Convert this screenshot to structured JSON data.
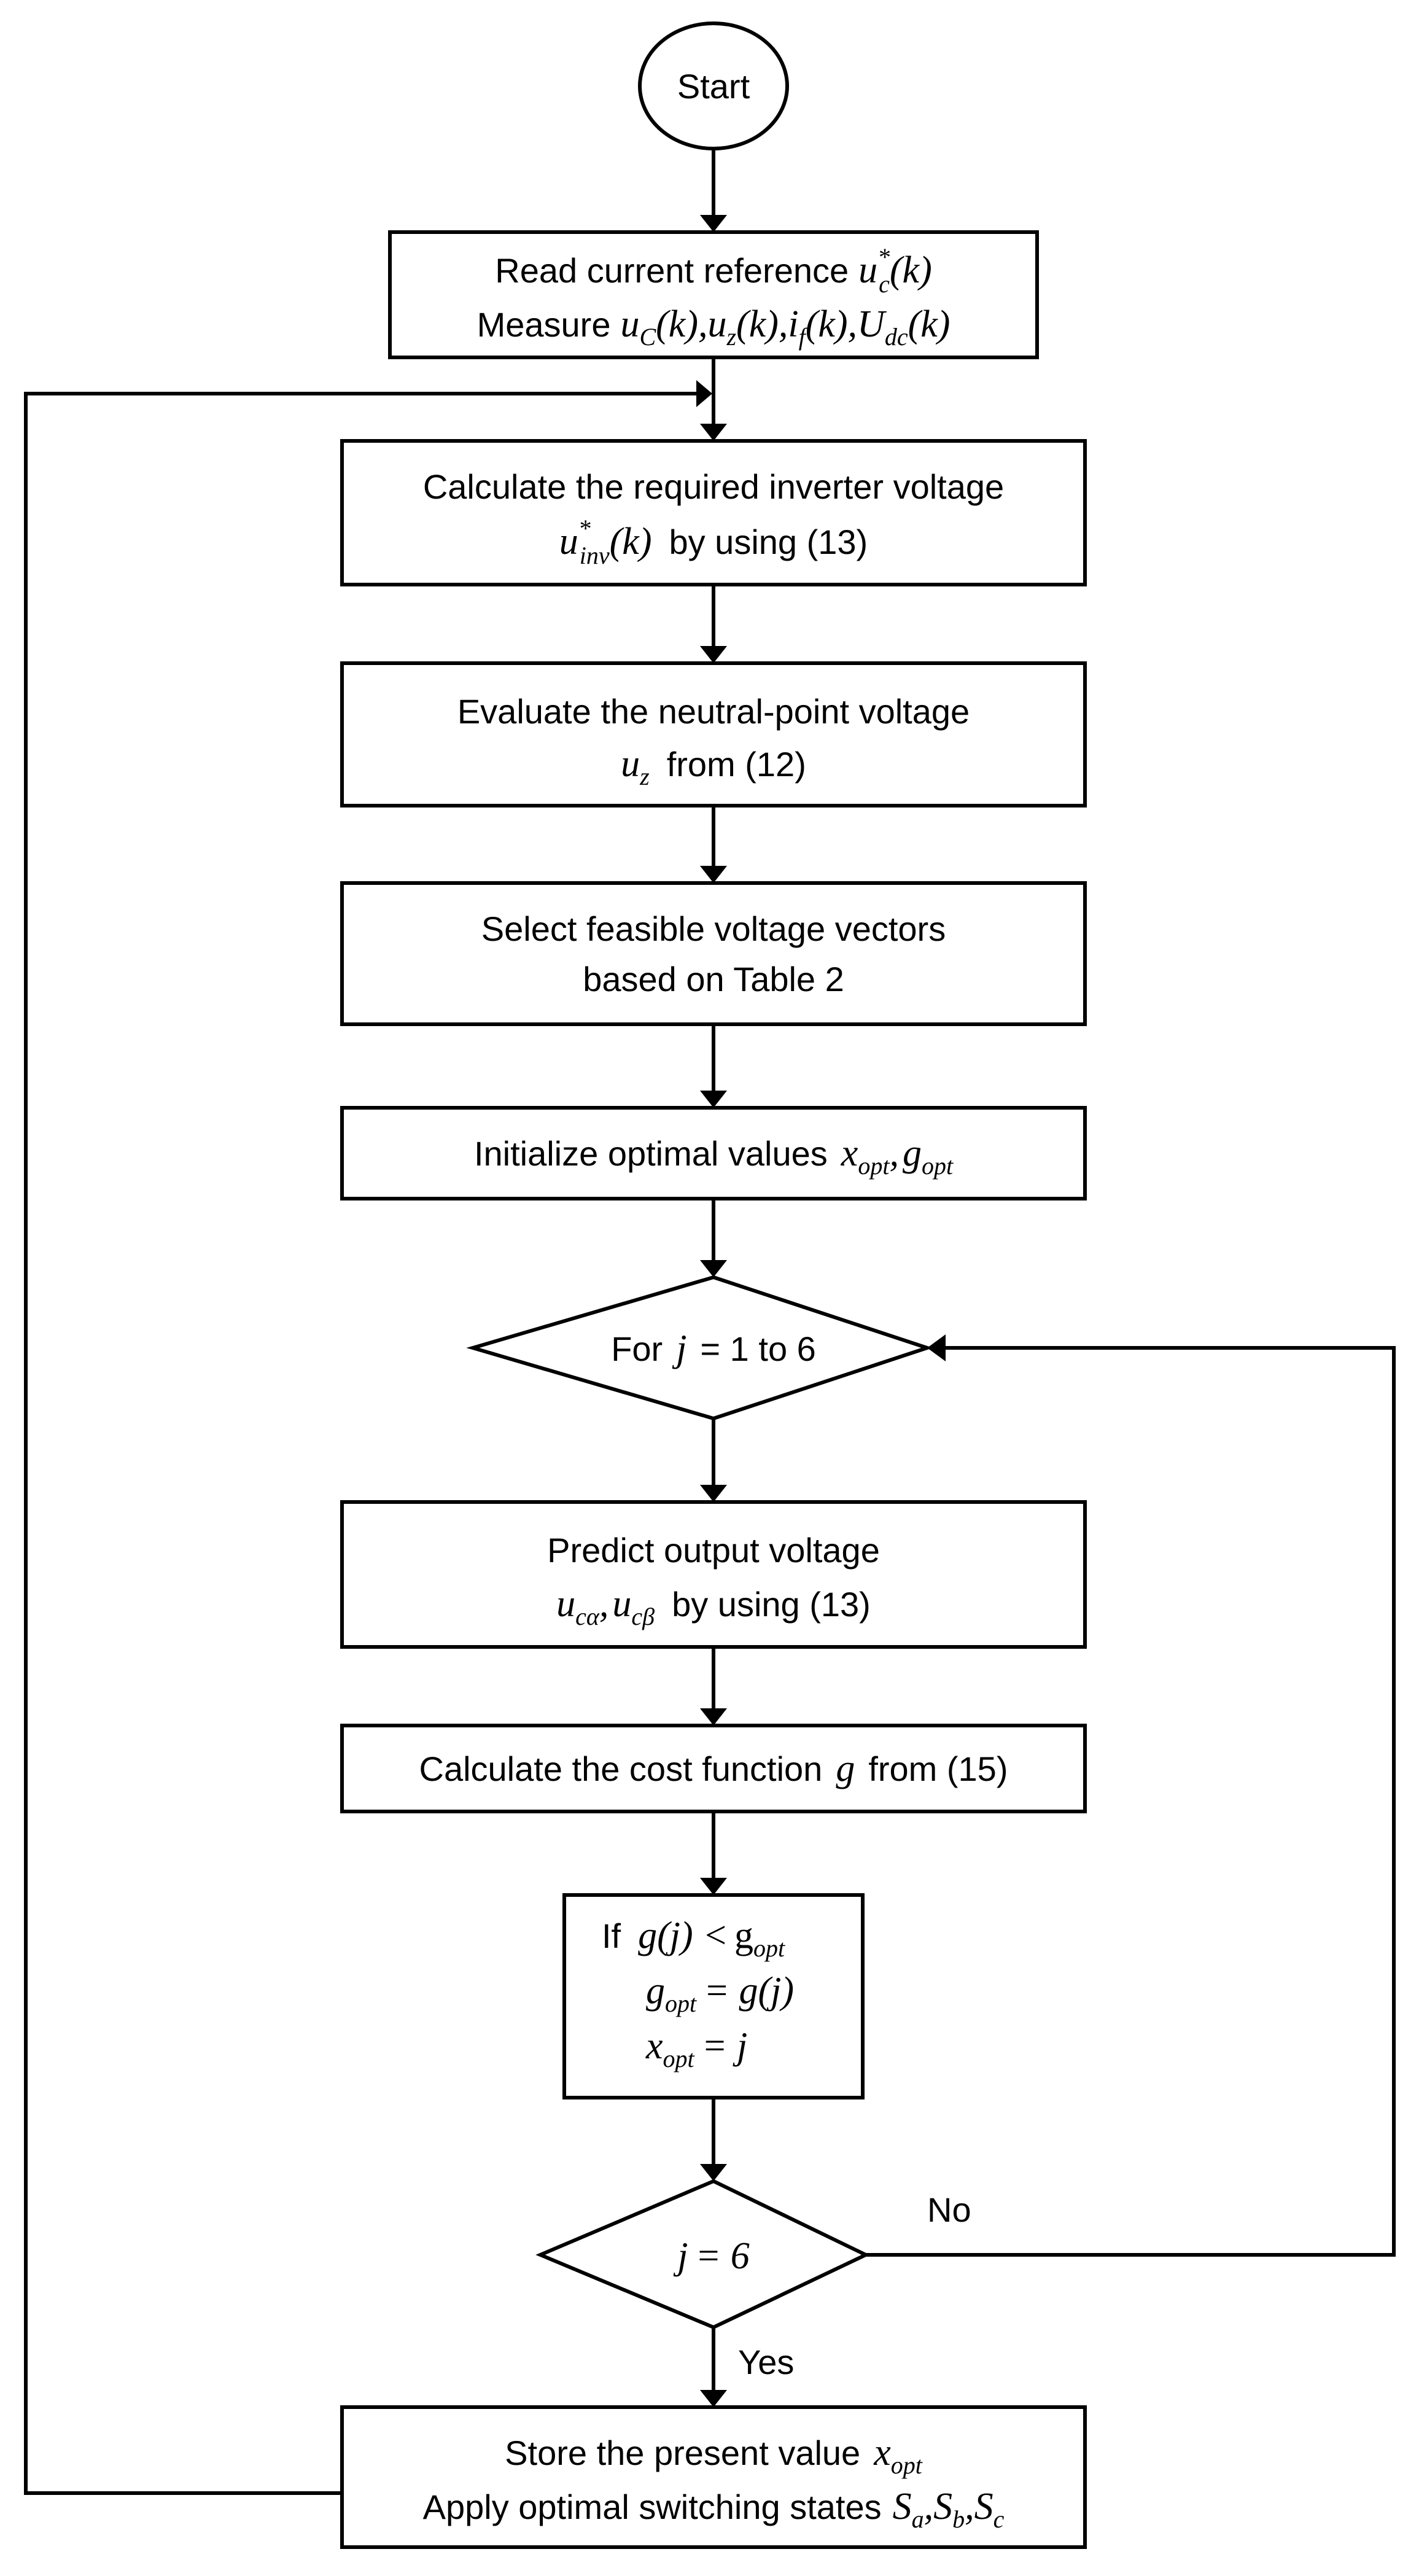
{
  "nodes": {
    "start": {
      "label": "Start"
    },
    "read": {
      "line1": "Read current reference",
      "line1_math": {
        "base": "u",
        "sup": "*",
        "sub": "c",
        "arg": "(k)"
      },
      "line2": "Measure",
      "line2_math": [
        {
          "base": "u",
          "sub": "C",
          "arg": "(k),"
        },
        {
          "base": "u",
          "sub": "z",
          "arg": "(k),"
        },
        {
          "base": "i",
          "sub": "f",
          "arg": "(k),"
        },
        {
          "base": "U",
          "sub": "dc",
          "arg": "(k)"
        }
      ]
    },
    "calc_inverter": {
      "line1": "Calculate the required inverter voltage",
      "line2_math": {
        "base": "u",
        "sup": "*",
        "sub": "inv",
        "arg": "(k)"
      },
      "line2": "by using (13)"
    },
    "neutral": {
      "line1": "Evaluate the neutral-point voltage",
      "line2_math": {
        "base": "u",
        "sub": "z"
      },
      "line2": "from (12)"
    },
    "select": {
      "line1": "Select feasible voltage vectors",
      "line2": "based on Table 2"
    },
    "init": {
      "line1": "Initialize optimal values",
      "math": [
        {
          "base": "x",
          "sub": "opt",
          "arg": ","
        },
        {
          "base": "g",
          "sub": "opt"
        }
      ]
    },
    "loop": {
      "prefix": "For",
      "var": "j",
      "suffix": "= 1 to 6"
    },
    "predict": {
      "line1": "Predict output voltage",
      "line2_math": [
        {
          "base": "u",
          "sub": "cα",
          "arg": ","
        },
        {
          "base": "u",
          "sub": "cβ"
        }
      ],
      "line2": "by using (13)"
    },
    "cost": {
      "prefix": "Calculate the cost function",
      "var": "g",
      "suffix": "from (15)"
    },
    "if_block": {
      "keyword": "If",
      "cond_lhs": "g(j) <",
      "cond_rhs_base": "g",
      "cond_rhs_sub": "opt",
      "assign1_base": "g",
      "assign1_sub": "opt",
      "assign1_rhs": "= g(j)",
      "assign2_base": "x",
      "assign2_sub": "opt",
      "assign2_rhs": "= j"
    },
    "check": {
      "lhs": "j",
      "rhs": "= 6"
    },
    "store": {
      "line1": "Store the present value",
      "line1_math": {
        "base": "x",
        "sub": "opt"
      },
      "line2": "Apply optimal switching states",
      "line2_math": [
        {
          "base": "S",
          "sub": "a",
          "arg": ","
        },
        {
          "base": "S",
          "sub": "b",
          "arg": ","
        },
        {
          "base": "S",
          "sub": "c"
        }
      ]
    }
  },
  "edge_labels": {
    "no": "No",
    "yes": "Yes"
  }
}
